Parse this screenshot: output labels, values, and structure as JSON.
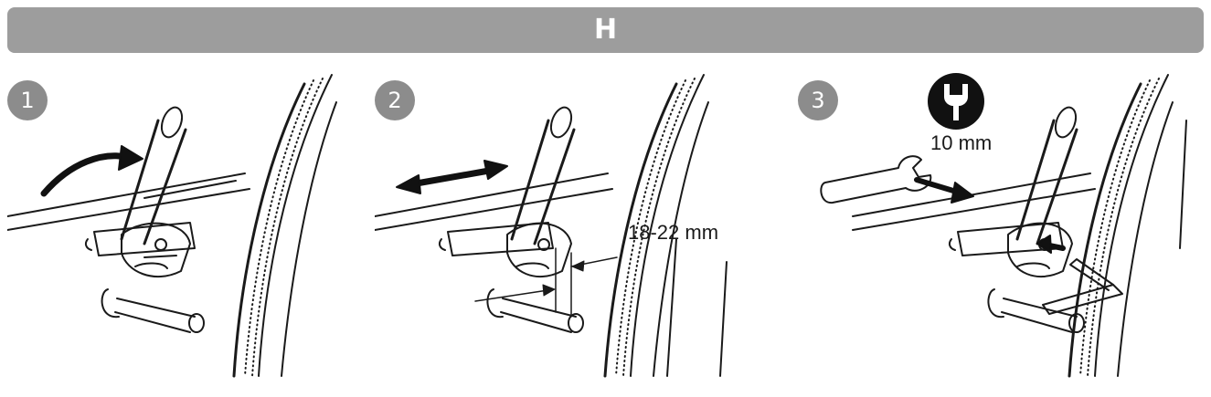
{
  "header": {
    "title": "H"
  },
  "steps": [
    {
      "number": "1"
    },
    {
      "number": "2",
      "measurement_label": "18-22 mm"
    },
    {
      "number": "3",
      "tool_label": "10 mm",
      "tool_icon": "wrench-icon"
    }
  ],
  "colors": {
    "header_bar": "#9d9d9d",
    "badge": "#8c8c8c",
    "line_art": "#1a1a1a",
    "icon": "#111111"
  }
}
